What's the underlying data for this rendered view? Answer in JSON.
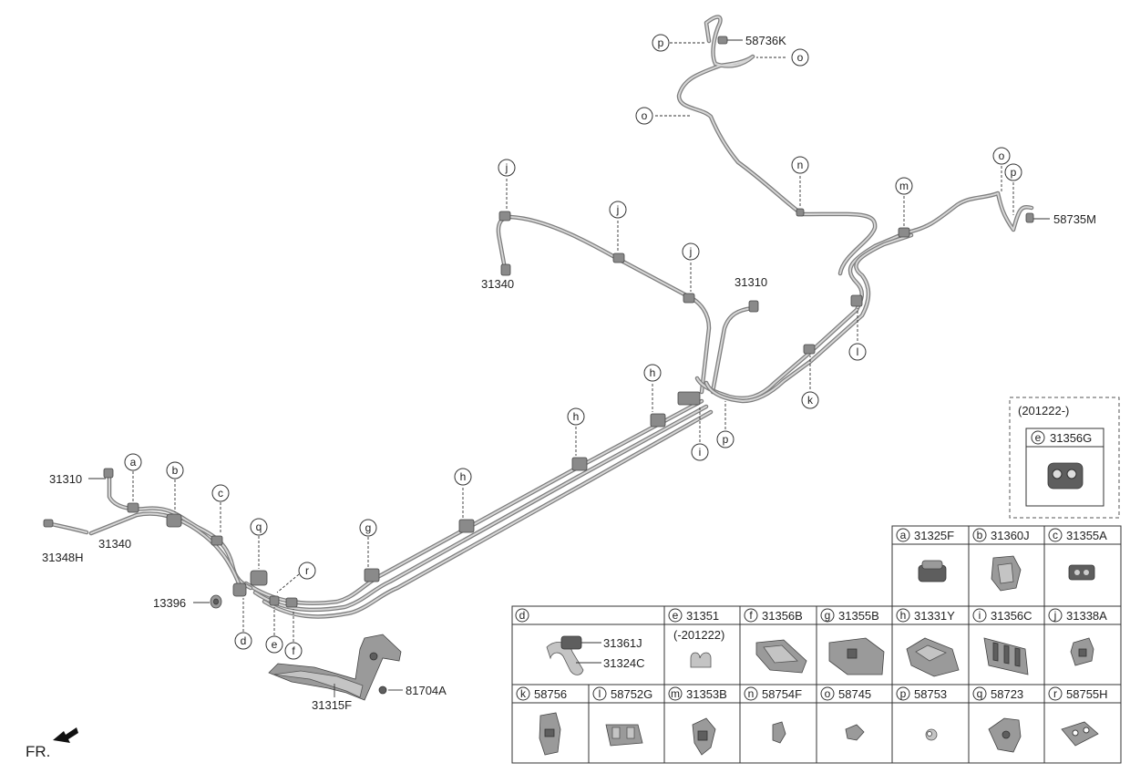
{
  "parts": {
    "p_58736K": "58736K",
    "p_58735M": "58735M",
    "p_31340_top": "31340",
    "p_31310_mid": "31310",
    "p_31310_left": "31310",
    "p_31340_left": "31340",
    "p_31348H": "31348H",
    "p_13396": "13396",
    "p_81704A": "81704A",
    "p_31315F": "31315F"
  },
  "callouts": {
    "a": "a",
    "b": "b",
    "c": "c",
    "d": "d",
    "e": "e",
    "f": "f",
    "g": "g",
    "h": "h",
    "i": "i",
    "j": "j",
    "k": "k",
    "l": "l",
    "m": "m",
    "n": "n",
    "o": "o",
    "p": "p",
    "q": "q",
    "r": "r"
  },
  "variant_box": {
    "date_label": "(201222-)",
    "letter": "e",
    "part": "31356G"
  },
  "legend": {
    "row1": [
      {
        "letter": "a",
        "part": "31325F"
      },
      {
        "letter": "b",
        "part": "31360J"
      },
      {
        "letter": "c",
        "part": "31355A"
      }
    ],
    "row2": [
      {
        "letter": "d",
        "part": ""
      },
      {
        "letter": "e",
        "part": "31351"
      },
      {
        "letter": "f",
        "part": "31356B"
      },
      {
        "letter": "g",
        "part": "31355B"
      },
      {
        "letter": "h",
        "part": "31331Y"
      },
      {
        "letter": "i",
        "part": "31356C"
      },
      {
        "letter": "j",
        "part": "31338A"
      }
    ],
    "row3": [
      {
        "letter": "k",
        "part": "58756"
      },
      {
        "letter": "l",
        "part": "58752G"
      },
      {
        "letter": "m",
        "part": "31353B"
      },
      {
        "letter": "n",
        "part": "58754F"
      },
      {
        "letter": "o",
        "part": "58745"
      },
      {
        "letter": "p",
        "part": "58753"
      },
      {
        "letter": "q",
        "part": "58723"
      },
      {
        "letter": "r",
        "part": "58755H"
      }
    ],
    "d_sub1": "31361J",
    "d_sub2": "31324C",
    "e_date": "(-201222)"
  },
  "fr_label": "FR."
}
